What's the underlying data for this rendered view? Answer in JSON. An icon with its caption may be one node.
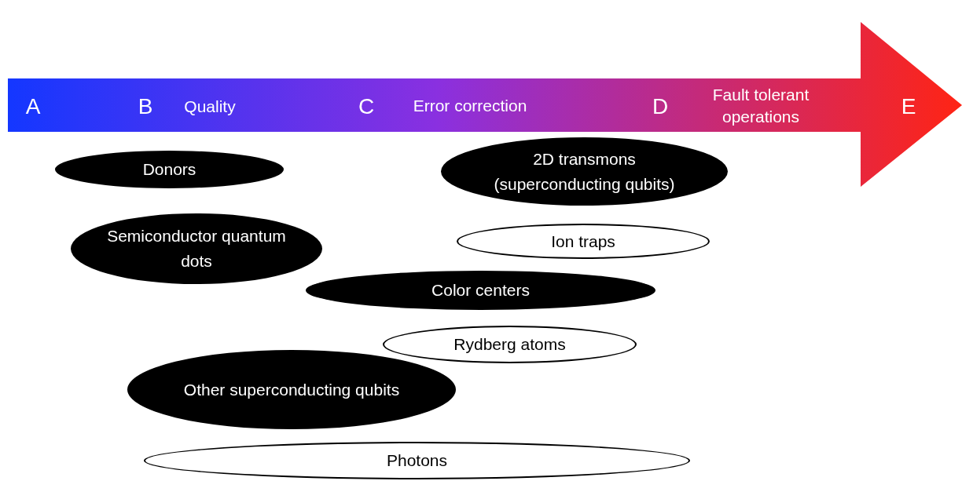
{
  "diagram": {
    "nodes": [
      {
        "text": [
          "A",
          "B",
          "Quality",
          "C",
          "Error correction",
          "D",
          "Fault tolerant operations",
          "E"
        ]
      },
      {
        "text": [
          "Donors"
        ]
      },
      {
        "text": [
          "2D transmons (superconducting qubits)"
        ]
      },
      {
        "text": [
          "Semiconductor quantum dots"
        ]
      },
      {
        "text": [
          "Ion traps"
        ]
      },
      {
        "text": [
          "Color centers"
        ]
      },
      {
        "text": [
          "Rydberg atoms"
        ]
      },
      {
        "text": [
          "Other superconducting qubits"
        ]
      },
      {
        "text": [
          "Photons"
        ]
      }
    ]
  }
}
